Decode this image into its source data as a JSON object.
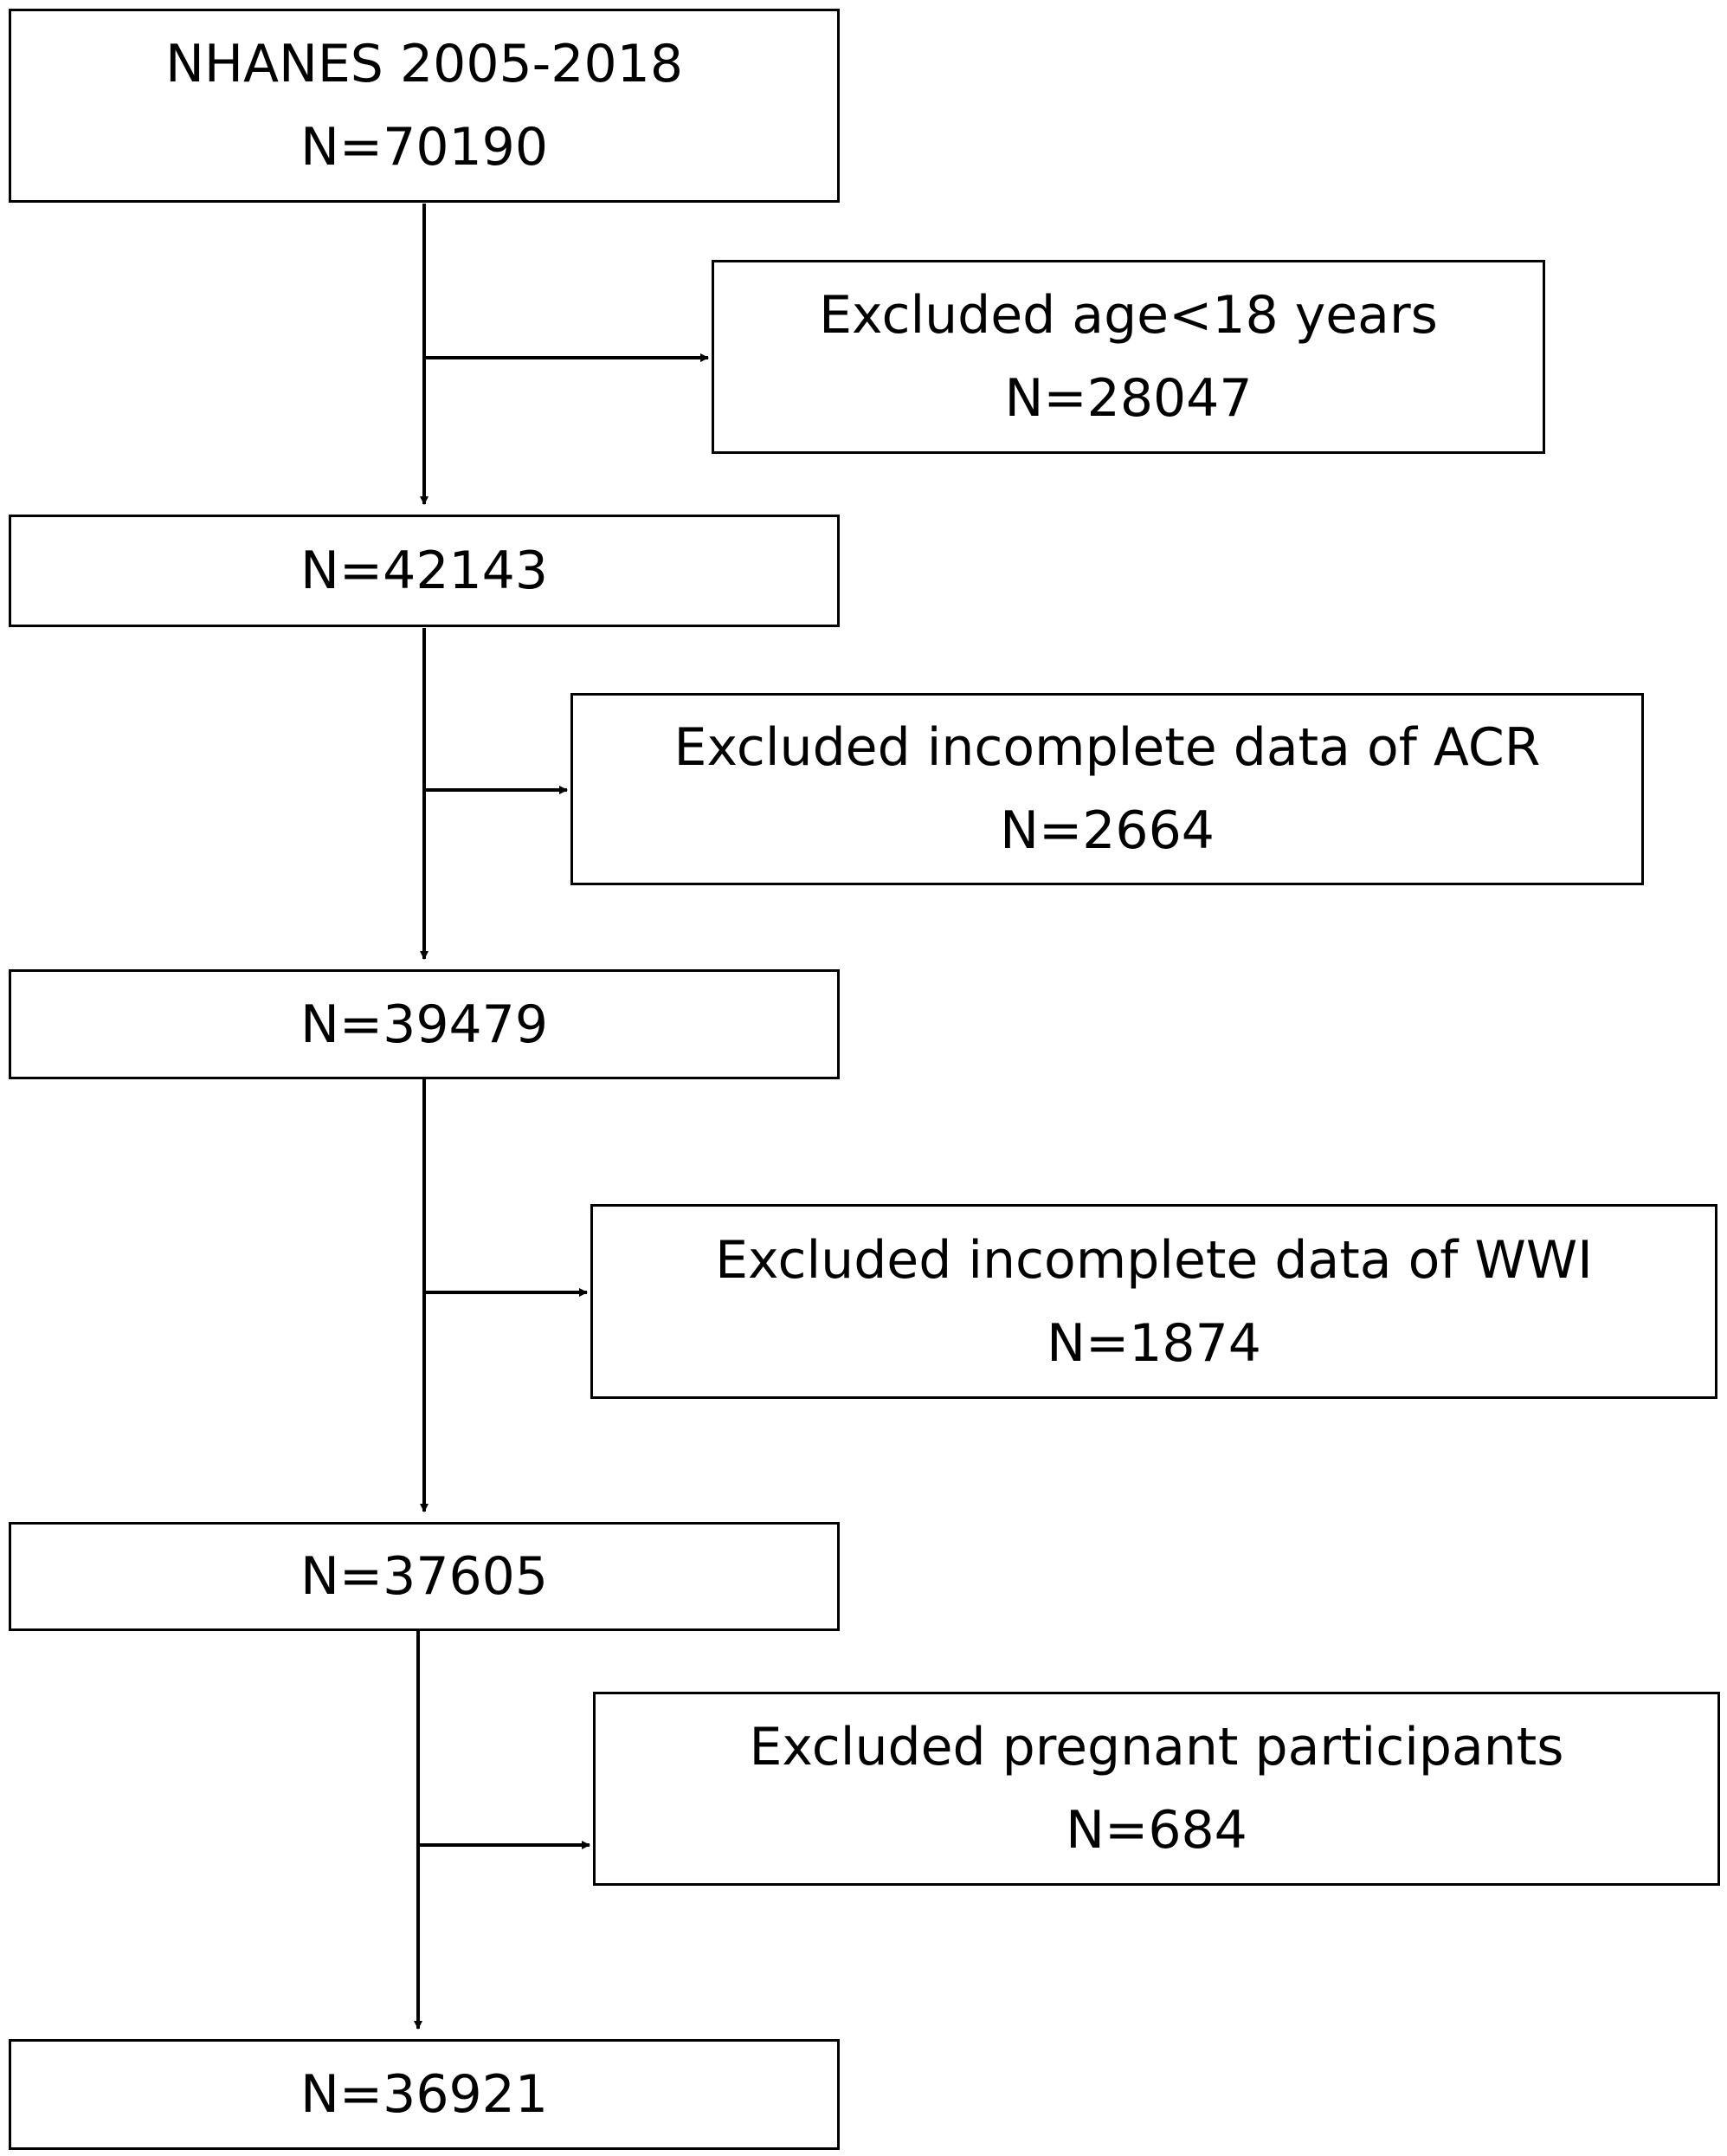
{
  "boxes": {
    "start": {
      "line1": "NHANES 2005-2018",
      "line2": "N=70190"
    },
    "excl_age": {
      "line1": "Excluded age<18 years",
      "line2": "N=28047"
    },
    "step1": {
      "line1": "N=42143"
    },
    "excl_acr": {
      "line1": "Excluded incomplete data of ACR",
      "line2": "N=2664"
    },
    "step2": {
      "line1": "N=39479"
    },
    "excl_wwi": {
      "line1": "Excluded incomplete data of WWI",
      "line2": "N=1874"
    },
    "step3": {
      "line1": "N=37605"
    },
    "excl_pregnant": {
      "line1": "Excluded pregnant participants",
      "line2": "N=684"
    },
    "final": {
      "line1": "N=36921"
    }
  }
}
